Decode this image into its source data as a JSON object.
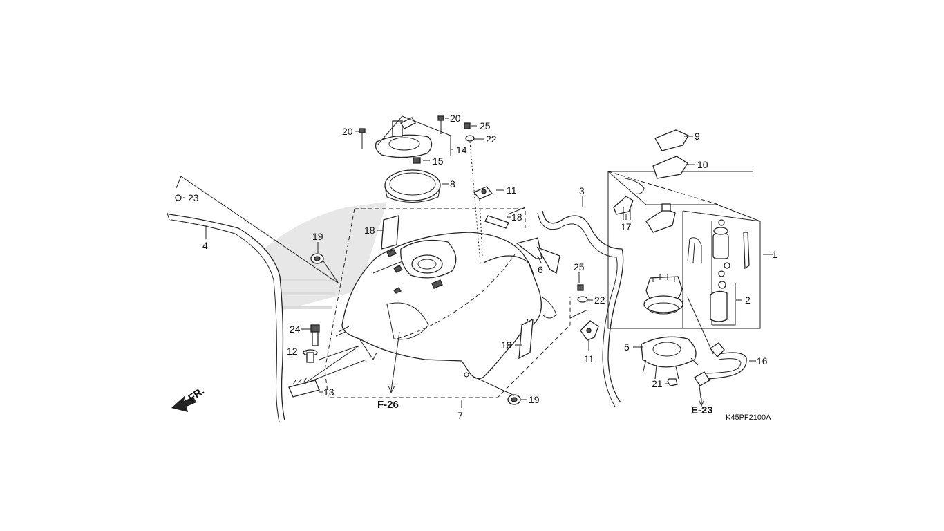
{
  "diagram": {
    "drawing_code": "K45PF2100A",
    "direction_label": "FR.",
    "references": {
      "f26": "F-26",
      "e23": "E-23"
    },
    "callouts": {
      "c1": "1",
      "c2": "2",
      "c3": "3",
      "c4": "4",
      "c5": "5",
      "c6": "6",
      "c7": "7",
      "c8": "8",
      "c9": "9",
      "c10": "10",
      "c11a": "11",
      "c11b": "11",
      "c12": "12",
      "c13": "13",
      "c14": "14",
      "c15": "15",
      "c16": "16",
      "c17": "17",
      "c18a": "18",
      "c18b": "18",
      "c18c": "18",
      "c19a": "19",
      "c19b": "19",
      "c20a": "20",
      "c20b": "20",
      "c21": "21",
      "c22a": "22",
      "c22b": "22",
      "c23": "23",
      "c24": "24",
      "c25a": "25",
      "c25b": "25"
    }
  }
}
